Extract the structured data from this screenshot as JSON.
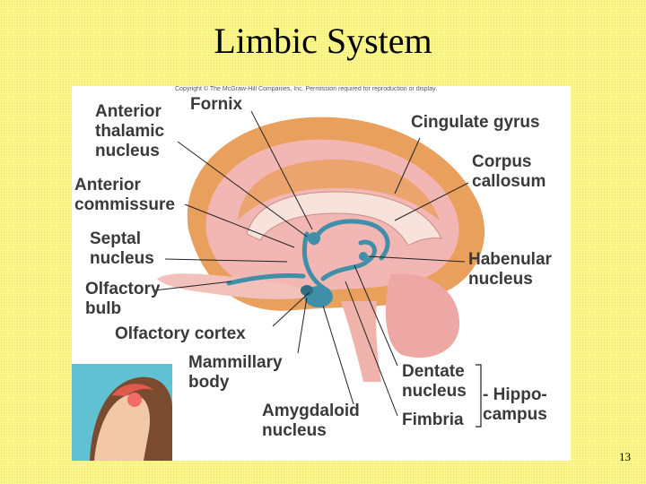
{
  "slide": {
    "title": "Limbic System",
    "page_number": "13"
  },
  "figure": {
    "copyright": "Copyright © The McGraw-Hill Companies, Inc. Permission required for reproduction or display.",
    "labels": {
      "anterior_thalamic_nucleus": "Anterior\nthalamic\nnucleus",
      "fornix": "Fornix",
      "cingulate_gyrus": "Cingulate gyrus",
      "corpus_callosum": "Corpus\ncallosum",
      "anterior_commissure": "Anterior\ncommissure",
      "septal_nucleus": "Septal\nnucleus",
      "habenular_nucleus": "Habenular\nnucleus",
      "olfactory_bulb": "Olfactory\nbulb",
      "olfactory_cortex": "Olfactory cortex",
      "mammillary_body": "Mammillary\nbody",
      "dentate_nucleus": "Dentate\nnucleus",
      "fimbria": "Fimbria",
      "hippocampus": "- Hippo-\ncampus",
      "amygdaloid_nucleus": "Amygdaloid\nnucleus"
    }
  },
  "colors": {
    "brain_orange": "#e9a05c",
    "brain_pink": "#f2b6b4",
    "limbic_teal": "#3f8fa8",
    "inset_bg": "#5fc1d2"
  }
}
